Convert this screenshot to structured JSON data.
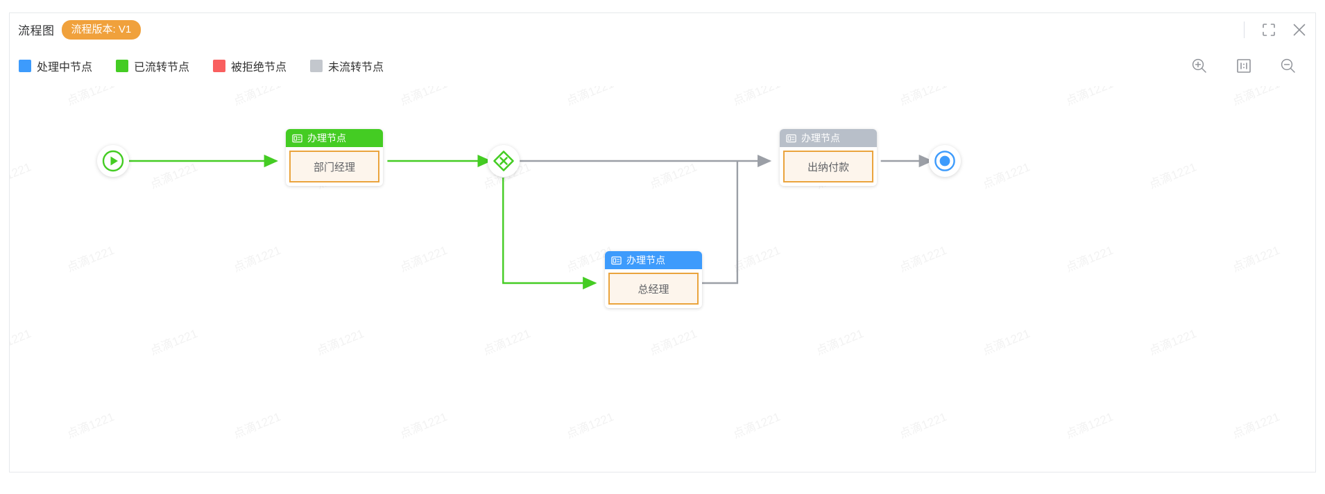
{
  "header": {
    "title": "流程图",
    "version_badge": "流程版本: V1",
    "fullscreen_icon": "fullscreen-icon",
    "close_icon": "close-icon"
  },
  "legend": {
    "items": [
      {
        "label": "处理中节点",
        "color": "#3d9bfc"
      },
      {
        "label": "已流转节点",
        "color": "#44cc23"
      },
      {
        "label": "被拒绝节点",
        "color": "#f95f5f"
      },
      {
        "label": "未流转节点",
        "color": "#c3c7cd"
      }
    ]
  },
  "zoom_tools": {
    "zoom_in": "zoom-in-icon",
    "actual_size": "actual-size-icon",
    "zoom_out": "zoom-out-icon"
  },
  "canvas": {
    "watermark_text": "点滴1221",
    "colors": {
      "flowed": "#44cc23",
      "processing": "#3d9bfc",
      "rejected": "#f95f5f",
      "not_flowed": "#c3c7cd",
      "edge_inactive": "#9b9fa6",
      "node_inner_border": "#eaa33c",
      "node_inner_bg": "#fdf5ec"
    },
    "nodes": [
      {
        "id": "start",
        "type": "start-event",
        "status": "flowed"
      },
      {
        "id": "task-dept-manager",
        "type": "task",
        "status": "flowed",
        "header": "办理节点",
        "header_icon": "form-node-icon",
        "name": "部门经理"
      },
      {
        "id": "gateway",
        "type": "exclusive-gateway",
        "status": "flowed"
      },
      {
        "id": "task-general-manager",
        "type": "task",
        "status": "processing",
        "header": "办理节点",
        "header_icon": "form-node-icon",
        "name": "总经理"
      },
      {
        "id": "task-cashier-payment",
        "type": "task",
        "status": "not_flowed",
        "header": "办理节点",
        "header_icon": "form-node-icon",
        "name": "出纳付款"
      },
      {
        "id": "end",
        "type": "end-event",
        "status": "processing"
      }
    ],
    "edges": [
      {
        "from": "start",
        "to": "task-dept-manager",
        "status": "flowed"
      },
      {
        "from": "task-dept-manager",
        "to": "gateway",
        "status": "flowed"
      },
      {
        "from": "gateway",
        "to": "task-general-manager",
        "status": "flowed"
      },
      {
        "from": "gateway",
        "to": "task-cashier-payment",
        "status": "not_flowed"
      },
      {
        "from": "task-general-manager",
        "to": "task-cashier-payment",
        "status": "not_flowed"
      },
      {
        "from": "task-cashier-payment",
        "to": "end",
        "status": "not_flowed"
      }
    ]
  }
}
